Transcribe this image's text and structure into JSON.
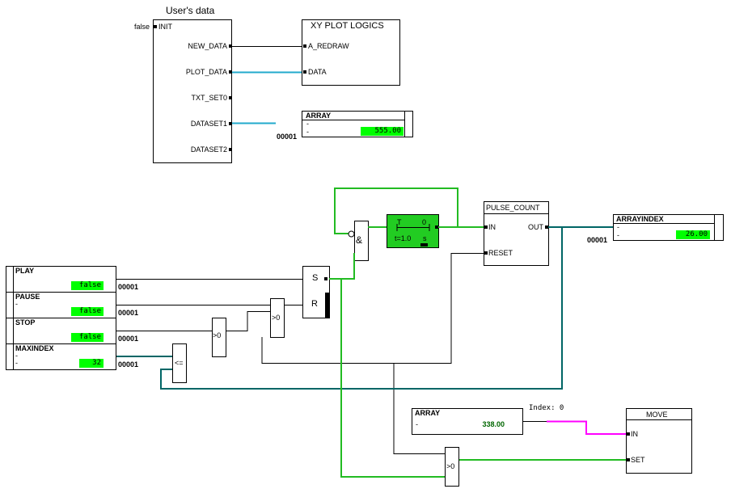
{
  "users_data": {
    "title": "User's data",
    "init_value": "false",
    "ports": [
      "INIT",
      "NEW_DATA",
      "PLOT_DATA",
      "TXT_SET0",
      "DATASET1",
      "DATASET2"
    ]
  },
  "xy_plot": {
    "title": "XY PLOT LOGICS",
    "inputs": [
      "A_REDRAW",
      "DATA"
    ]
  },
  "array_top": {
    "title": "ARRAY",
    "rows": [
      "-",
      "-"
    ],
    "value": "555.00",
    "index": "00001"
  },
  "controls": {
    "play": {
      "label": "PLAY",
      "value": "false",
      "index": "00001"
    },
    "pause": {
      "label": "PAUSE",
      "value": "false",
      "index": "00001",
      "dash": "-"
    },
    "stop": {
      "label": "STOP",
      "value": "false",
      "index": "00001"
    },
    "maxindex": {
      "label": "MAXINDEX",
      "value": "32",
      "index": "00001",
      "dash1": "-",
      "dash2": "-"
    }
  },
  "sr": {
    "s": "S",
    "r": "R"
  },
  "and_gate": "&",
  "gt_gates": [
    ">0",
    ">0",
    ">0"
  ],
  "le_gate": "<=",
  "timer": {
    "t": "T",
    "q": "0",
    "time": "t=1.0",
    "unit": "s"
  },
  "pulse_count": {
    "title": "PULSE_COUNT",
    "in": "IN",
    "reset": "RESET",
    "out": "OUT"
  },
  "arrayindex": {
    "title": "ARRAYINDEX",
    "rows": [
      "-",
      "-"
    ],
    "value": "26.00",
    "index": "00001"
  },
  "array_bottom": {
    "title": "ARRAY",
    "row": "-",
    "value": "338.00",
    "index_label": "Index: 0"
  },
  "move": {
    "title": "MOVE",
    "in": "IN",
    "set": "SET"
  },
  "colors": {
    "green_wire": "#22bb22",
    "teal_wire": "#006666",
    "cyan_wire": "#22aacc",
    "magenta_wire": "#ff00ff",
    "value_bg": "#00ff00"
  }
}
